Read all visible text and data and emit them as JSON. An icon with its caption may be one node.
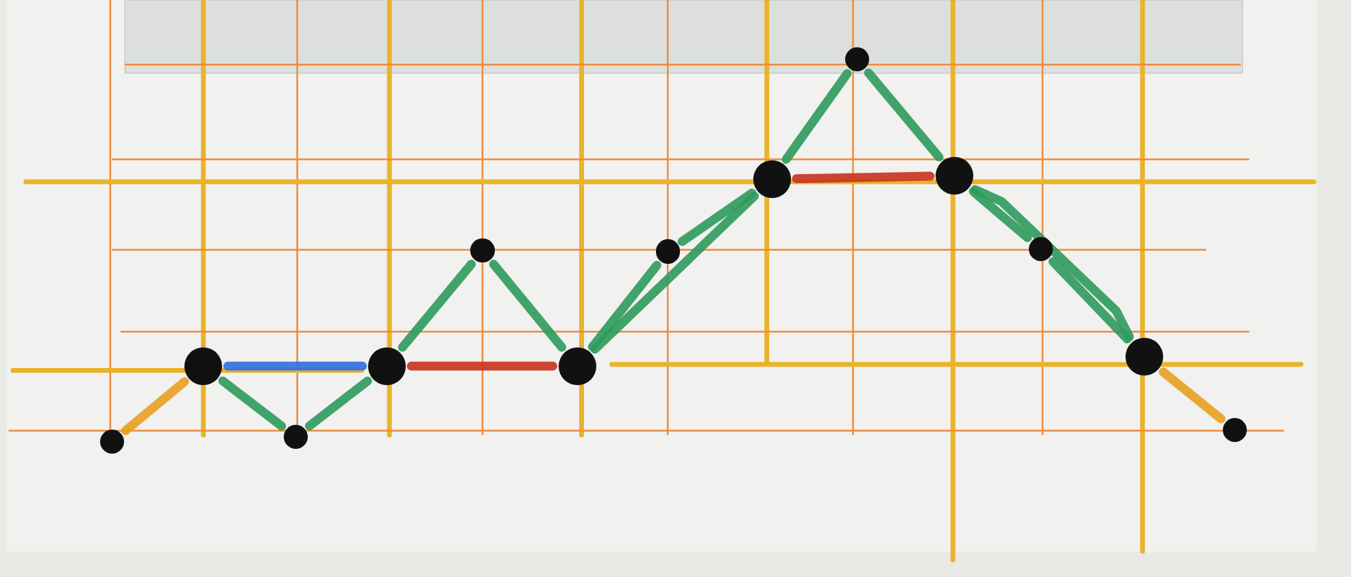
{
  "diagram": {
    "nodes": [
      {
        "text": [],
        "shape": "circle"
      },
      {
        "text": [],
        "shape": "circle"
      },
      {
        "text": [],
        "shape": "circle"
      },
      {
        "text": [],
        "shape": "circle"
      },
      {
        "text": [],
        "shape": "circle"
      },
      {
        "text": [],
        "shape": "circle"
      },
      {
        "text": [],
        "shape": "circle"
      },
      {
        "text": [],
        "shape": "circle"
      },
      {
        "text": [],
        "shape": "circle"
      },
      {
        "text": [],
        "shape": "circle"
      },
      {
        "text": [],
        "shape": "circle"
      },
      {
        "text": [],
        "shape": "circle"
      },
      {
        "text": [],
        "shape": "circle"
      }
    ],
    "edges": [
      {
        "from": 0,
        "to": 1,
        "arrow": "none",
        "color": "#e8a020"
      },
      {
        "from": 1,
        "to": 2,
        "arrow": "none"
      },
      {
        "from": 1,
        "to": 3,
        "arrow": "none",
        "color": "#2f6fe0"
      },
      {
        "from": 2,
        "to": 3,
        "arrow": "none"
      },
      {
        "from": 3,
        "to": 4,
        "arrow": "none"
      },
      {
        "from": 3,
        "to": 5,
        "arrow": "none",
        "color": "#c8321e"
      },
      {
        "from": 4,
        "to": 5,
        "arrow": "none"
      },
      {
        "from": 5,
        "to": 6,
        "arrow": "none"
      },
      {
        "from": 6,
        "to": 7,
        "arrow": "none"
      },
      {
        "from": 5,
        "to": 7,
        "arrow": "none"
      },
      {
        "from": 7,
        "to": 8,
        "arrow": "none"
      },
      {
        "from": 8,
        "to": 9,
        "arrow": "none"
      },
      {
        "from": 7,
        "to": 9,
        "arrow": "none",
        "color": "#c8321e"
      },
      {
        "from": 9,
        "to": 10,
        "arrow": "none"
      },
      {
        "from": 10,
        "to": 11,
        "arrow": "none"
      },
      {
        "from": 9,
        "to": 11,
        "arrow": "none"
      },
      {
        "from": 11,
        "to": 12,
        "arrow": "none",
        "color": "#e8a020"
      }
    ]
  }
}
